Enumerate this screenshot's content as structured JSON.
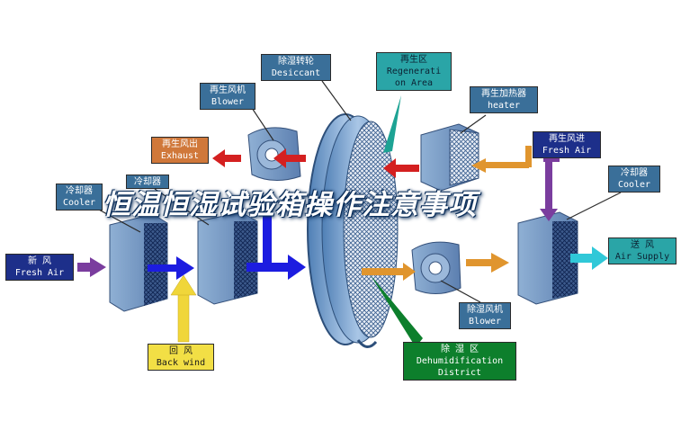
{
  "labels": {
    "desiccant": {
      "zh": "除湿转轮",
      "en": "Desiccant"
    },
    "regeneration": {
      "zh": "再生区",
      "en1": "Regenerati",
      "en2": "on Area"
    },
    "blower_regen": {
      "zh": "再生风机",
      "en": "Blower"
    },
    "heater": {
      "zh": "再生加热器",
      "en": "heater"
    },
    "exhaust": {
      "zh": "再生风出",
      "en": "Exhaust"
    },
    "fresh_regen": {
      "zh": "再生风进",
      "en": "Fresh Air"
    },
    "cooler_left": {
      "zh": "冷却器",
      "en": "Cooler"
    },
    "cooler_mid": {
      "zh": "冷却器"
    },
    "cooler_right": {
      "zh": "冷却器",
      "en": "Cooler"
    },
    "fresh_air": {
      "zh": "新    风",
      "en": "Fresh Air"
    },
    "supply": {
      "zh": "送    风",
      "en": "Air Supply"
    },
    "blower_dehum": {
      "zh": "除湿风机",
      "en": "Blower"
    },
    "back_wind": {
      "zh": "回      风",
      "en": "Back wind"
    },
    "dehum_district": {
      "zh": "除    湿    区",
      "en1": "Dehumidification",
      "en2": "District"
    }
  },
  "overlay_title": "恒温恒湿试验箱操作注意事项",
  "colors": {
    "label_blue": "#3a6f99",
    "label_orange": "#d0783a",
    "label_navy": "#1d2f8a",
    "label_teal": "#2aa5a7",
    "label_green": "#0d7f2c",
    "label_yellow": "#f2df45",
    "arrow_red": "#d42020",
    "arrow_orange": "#e0952e",
    "arrow_blue": "#1c1ce0",
    "arrow_purple": "#7a3d9e",
    "arrow_cyan": "#30c8d8",
    "arrow_yellow": "#f0d63a"
  }
}
